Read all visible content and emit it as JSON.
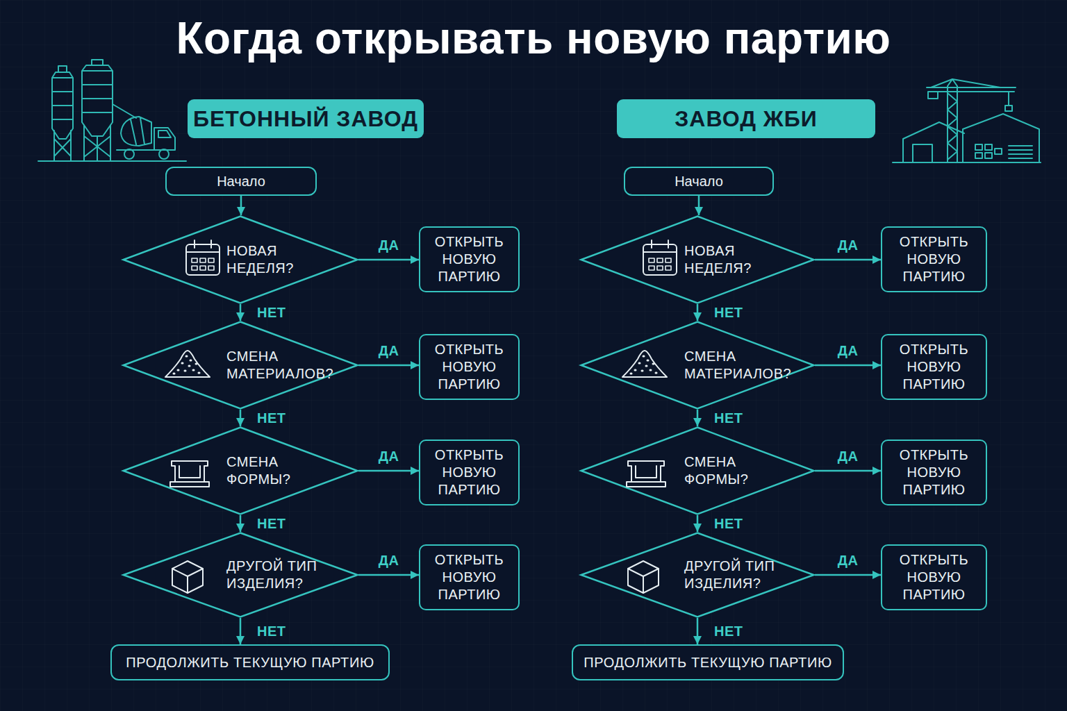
{
  "diagram": {
    "title": "Когда открывать новую партию",
    "nodes": [
      {
        "text": [
          "БЕТОННЫЙ ЗАВОД"
        ]
      },
      {
        "text": [
          "Начало"
        ]
      },
      {
        "text": [
          "НОВАЯ НЕДЕЛЯ?"
        ]
      },
      {
        "text": [
          "ОТКРЫТЬ НОВУЮ ПАРТИЮ"
        ]
      },
      {
        "text": [
          "СМЕНА МАТЕРИАЛОВ?"
        ]
      },
      {
        "text": [
          "ОТКРЫТЬ НОВУЮ ПАРТИЮ"
        ]
      },
      {
        "text": [
          "СМЕНА ФОРМЫ?"
        ]
      },
      {
        "text": [
          "ОТКРЫТЬ НОВУЮ ПАРТИЮ"
        ]
      },
      {
        "text": [
          "ДРУГОЙ ТИП ИЗДЕЛИЯ?"
        ]
      },
      {
        "text": [
          "ОТКРЫТЬ НОВУЮ ПАРТИЮ"
        ]
      },
      {
        "text": [
          "ПРОДОЛЖИТЬ ТЕКУЩУЮ ПАРТИЮ"
        ]
      },
      {
        "text": [
          "ЗАВОД ЖБИ"
        ]
      },
      {
        "text": [
          "Начало"
        ]
      },
      {
        "text": [
          "НОВАЯ НЕДЕЛЯ?"
        ]
      },
      {
        "text": [
          "ОТКРЫТЬ НОВУЮ ПАРТИЮ"
        ]
      },
      {
        "text": [
          "СМЕНА МАТЕРИАЛОВ?"
        ]
      },
      {
        "text": [
          "ОТКРЫТЬ НОВУЮ ПАРТИЮ"
        ]
      },
      {
        "text": [
          "СМЕНА ФОРМЫ?"
        ]
      },
      {
        "text": [
          "ОТКРЫТЬ НОВУЮ ПАРТИЮ"
        ]
      },
      {
        "text": [
          "ДРУГОЙ ТИП ИЗДЕЛИЯ?"
        ]
      },
      {
        "text": [
          "ОТКРЫТЬ НОВУЮ ПАРТИЮ"
        ]
      },
      {
        "text": [
          "ПРОДОЛЖИТЬ ТЕКУЩУЮ ПАРТИЮ"
        ]
      }
    ],
    "edges": [
      {
        "from": 1,
        "to": 2,
        "arrow": "to"
      },
      {
        "from": 2,
        "to": 3,
        "label": "ДА",
        "arrow": "to"
      },
      {
        "from": 2,
        "to": 4,
        "label": "НЕТ",
        "arrow": "to"
      },
      {
        "from": 4,
        "to": 5,
        "label": "ДА",
        "arrow": "to"
      },
      {
        "from": 4,
        "to": 6,
        "label": "НЕТ",
        "arrow": "to"
      },
      {
        "from": 6,
        "to": 7,
        "label": "ДА",
        "arrow": "to"
      },
      {
        "from": 6,
        "to": 8,
        "label": "НЕТ",
        "arrow": "to"
      },
      {
        "from": 8,
        "to": 9,
        "label": "ДА",
        "arrow": "to"
      },
      {
        "from": 8,
        "to": 10,
        "label": "НЕТ",
        "arrow": "to"
      },
      {
        "from": 12,
        "to": 13,
        "arrow": "to"
      },
      {
        "from": 13,
        "to": 14,
        "label": "ДА",
        "arrow": "to"
      },
      {
        "from": 13,
        "to": 15,
        "label": "НЕТ",
        "arrow": "to"
      },
      {
        "from": 15,
        "to": 16,
        "label": "ДА",
        "arrow": "to"
      },
      {
        "from": 15,
        "to": 17,
        "label": "НЕТ",
        "arrow": "to"
      },
      {
        "from": 17,
        "to": 18,
        "label": "ДА",
        "arrow": "to"
      },
      {
        "from": 17,
        "to": 19,
        "label": "НЕТ",
        "arrow": "to"
      },
      {
        "from": 19,
        "to": 20,
        "label": "ДА",
        "arrow": "to"
      },
      {
        "from": 19,
        "to": 21,
        "label": "НЕТ",
        "arrow": "to"
      }
    ]
  }
}
